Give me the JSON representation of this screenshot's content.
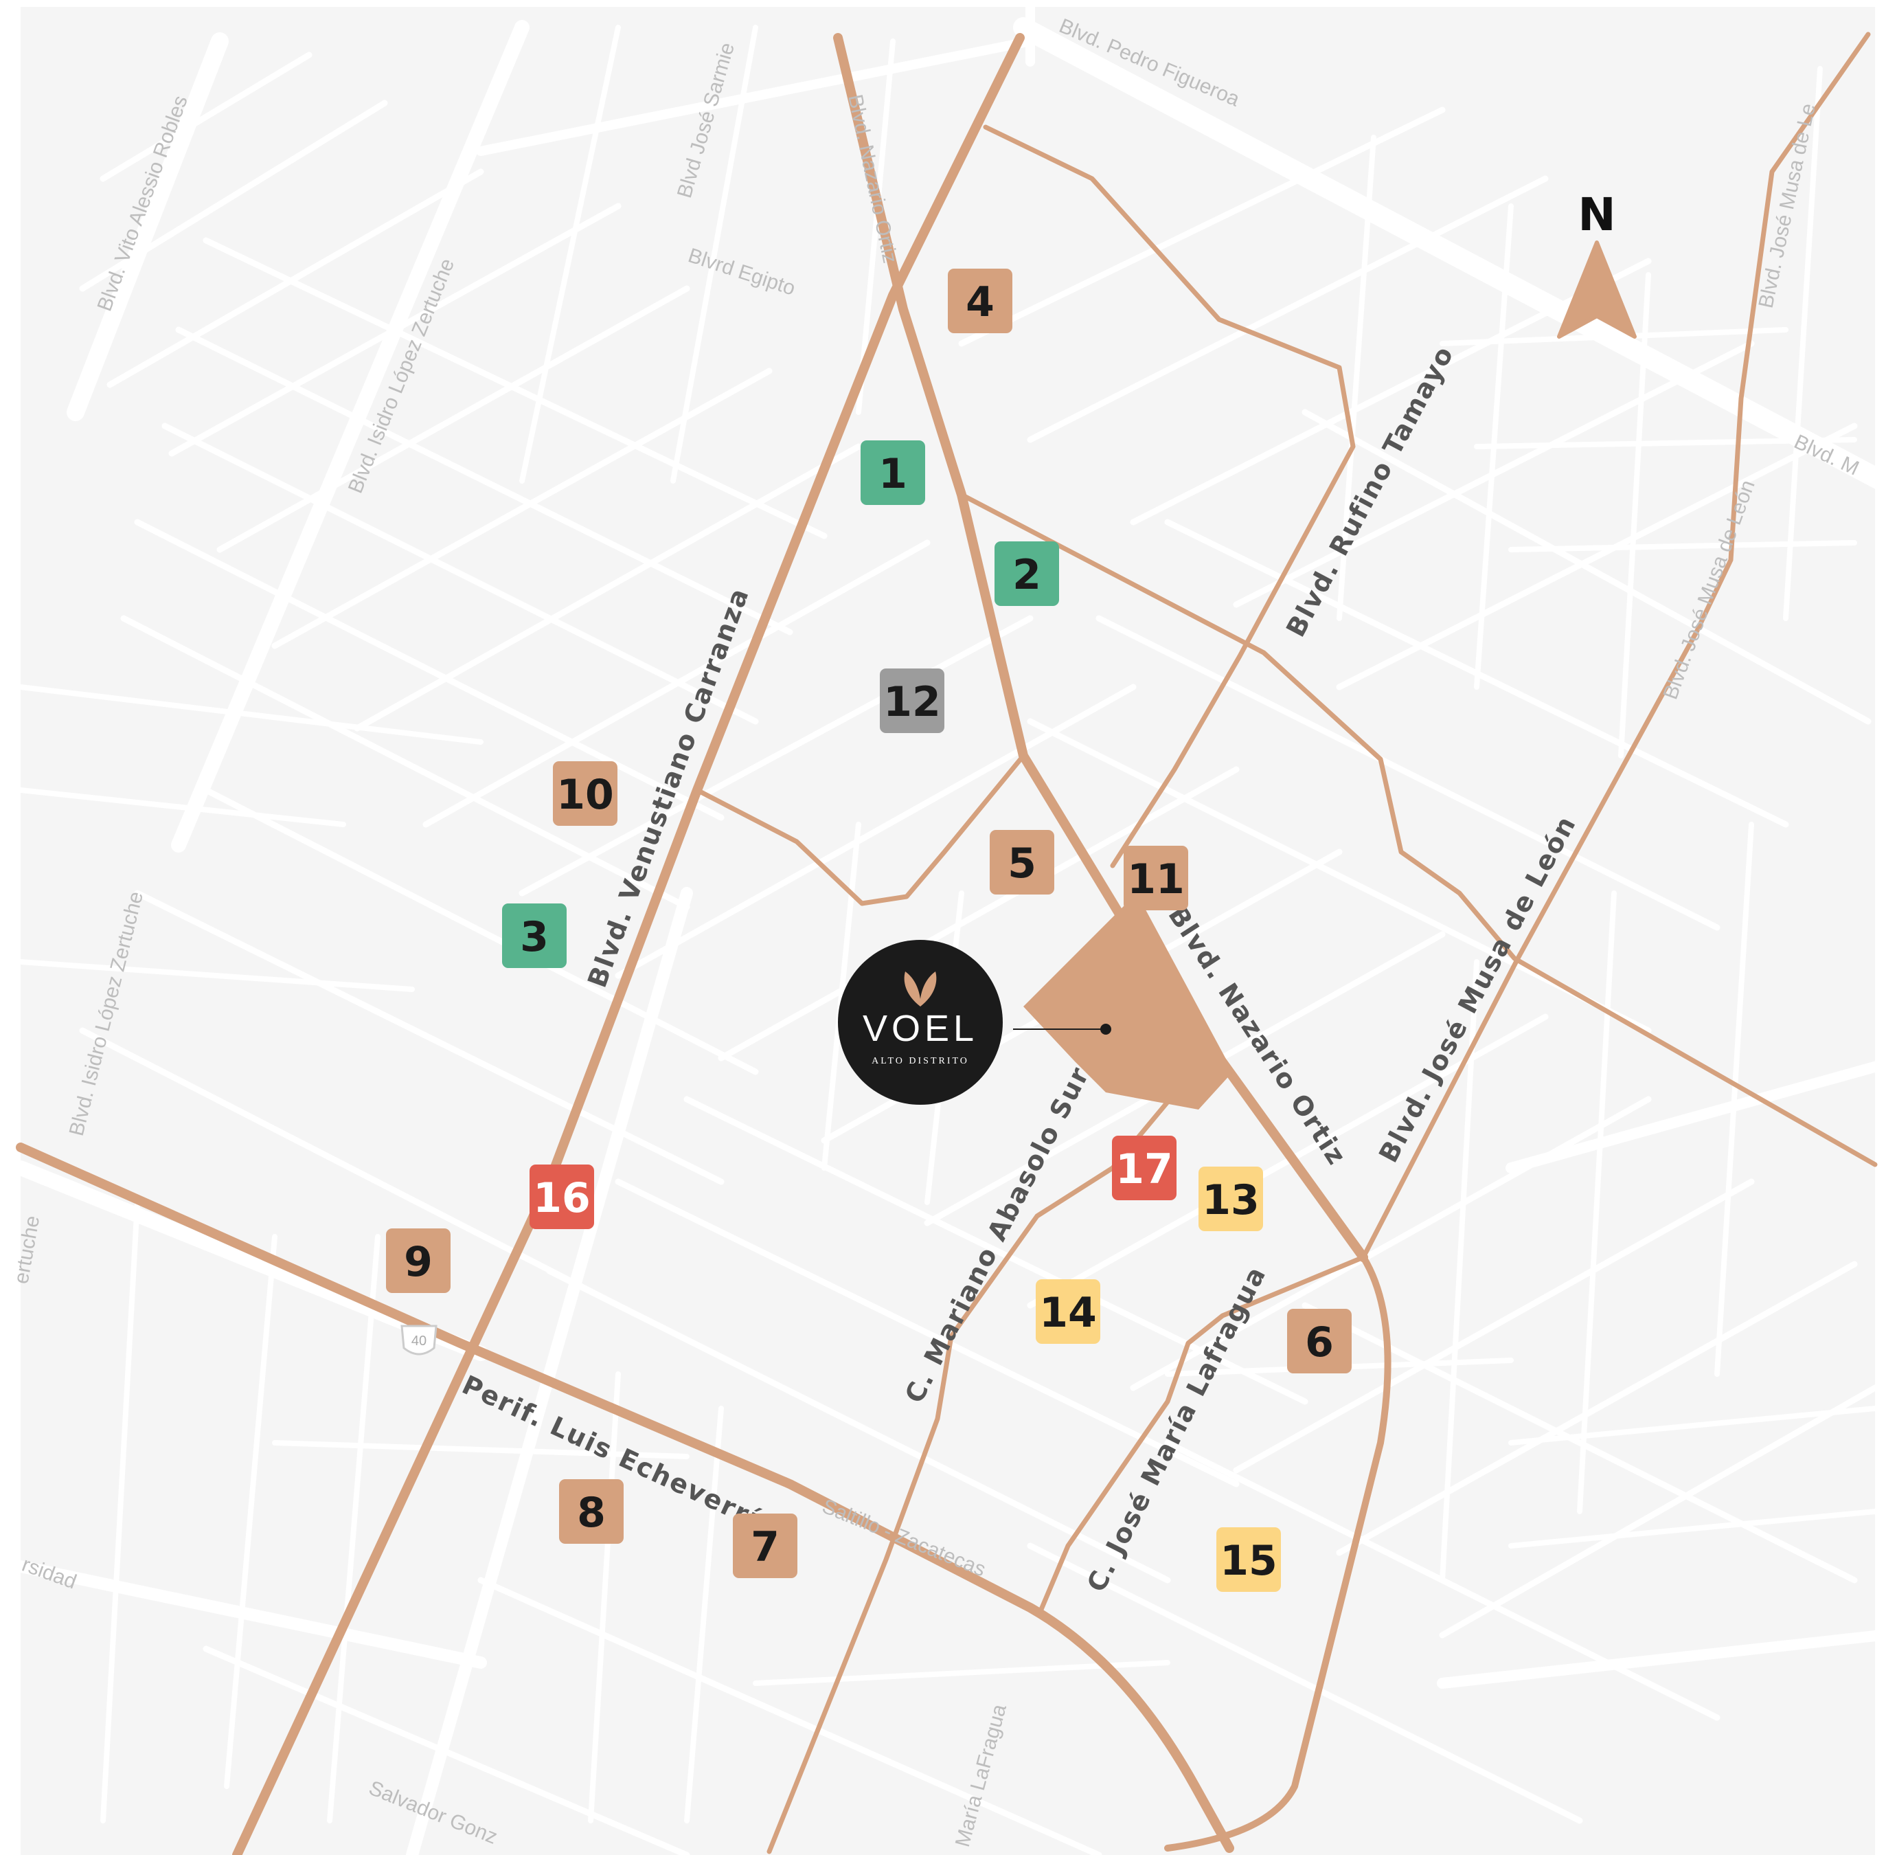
{
  "colors": {
    "background": "#f5f5f5",
    "street": "#ffffff",
    "route": "#d5a17e",
    "marker_tan": "#d5a17e",
    "marker_green": "#57b38d",
    "marker_gray": "#9c9c9c",
    "marker_yellow": "#fcd683",
    "marker_red": "#e25d4f",
    "logo_bg": "#1b1b1b"
  },
  "compass": {
    "letter": "N",
    "icon": "north-arrow-icon"
  },
  "logo": {
    "brand": "VOEL",
    "tagline": "ALTO DISTRITO",
    "icon": "bird-leaf-icon"
  },
  "markers": [
    {
      "label": "1",
      "category": "green"
    },
    {
      "label": "2",
      "category": "green"
    },
    {
      "label": "3",
      "category": "green"
    },
    {
      "label": "4",
      "category": "tan"
    },
    {
      "label": "5",
      "category": "tan"
    },
    {
      "label": "6",
      "category": "tan"
    },
    {
      "label": "7",
      "category": "tan"
    },
    {
      "label": "8",
      "category": "tan"
    },
    {
      "label": "9",
      "category": "tan"
    },
    {
      "label": "10",
      "category": "tan"
    },
    {
      "label": "11",
      "category": "tan"
    },
    {
      "label": "12",
      "category": "gray"
    },
    {
      "label": "13",
      "category": "yellow"
    },
    {
      "label": "14",
      "category": "yellow"
    },
    {
      "label": "15",
      "category": "yellow"
    },
    {
      "label": "16",
      "category": "red"
    },
    {
      "label": "17",
      "category": "red"
    }
  ],
  "road_labels": {
    "venustiano": "Blvd. Venustiano Carranza",
    "nazario": "Blvd. Nazario Ortiz",
    "rufino": "Blvd. Rufino Tamayo",
    "musa_main": "Blvd. José Musa de León",
    "abasolo": "C. Mariano Abasolo Sur",
    "lafragua": "C. José María Lafragua",
    "periferico": "Perif. Luis Echeverría"
  },
  "faint_labels": {
    "vito": "Blvd. Vito Alessio Robles",
    "isidro_top": "Blvd. Isidro López Zertuche",
    "isidro_mid": "Blvd. Isidro López Zertuche",
    "isidro_edge": "ertuche",
    "sarmiento": "Blvd José Sarmie",
    "egipto": "Blvrd Egipto",
    "pedro": "Blvd. Pedro Figueroa",
    "nazario_top": "Blvd. Nazario Ortiz",
    "musa_right": "Blvd. José Musa de León",
    "musa_corner": "Blvd. José Musa de Le",
    "blvd_m": "Blvd. M",
    "rsidad": "rsidad",
    "salvador": "Salvador Gonz",
    "maria": "María LaFragua",
    "saltillo": "Saltillo - Zacatecas",
    "shield": "40"
  }
}
